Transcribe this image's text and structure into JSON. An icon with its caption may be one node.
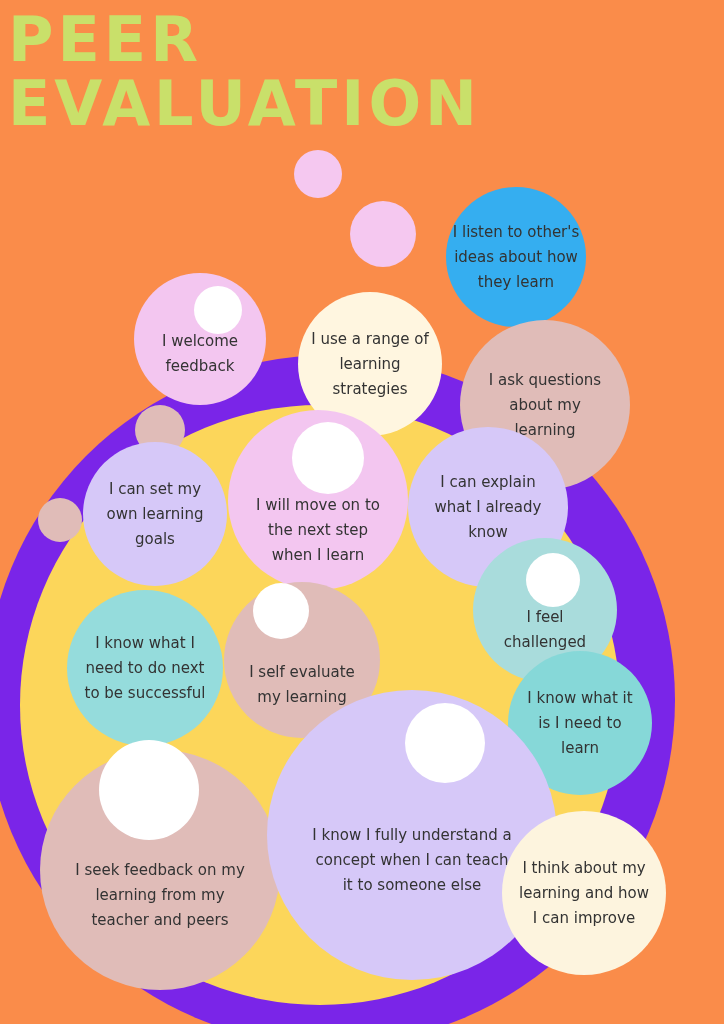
{
  "diagram": {
    "title": "PEER EVALUATION",
    "nodes": [
      {
        "text": [],
        "shape": "circle"
      },
      {
        "text": [],
        "shape": "circle"
      },
      {
        "text": [
          "I listen to other's ideas about how they learn"
        ]
      },
      {
        "text": [
          "I welcome feedback"
        ]
      },
      {
        "text": [
          "I use a range of learning strategies"
        ]
      },
      {
        "text": [
          "I ask questions about my learning"
        ]
      },
      {
        "text": [
          "I can set my own learning goals"
        ]
      },
      {
        "text": [
          "I will move on to the next step when I learn"
        ]
      },
      {
        "text": [
          "I can explain what I already know"
        ]
      },
      {
        "text": [
          "I feel challenged"
        ]
      },
      {
        "text": [
          "I know what I need to do next to be successful"
        ]
      },
      {
        "text": [
          "I self evaluate my learning"
        ]
      },
      {
        "text": [
          "I know what it is I need to learn"
        ]
      },
      {
        "text": [
          "I seek feedback on my learning from my teacher and peers"
        ]
      },
      {
        "text": [
          "I know I fully understand a concept when I can teach it to someone else"
        ]
      },
      {
        "text": [
          "I think about my learning and how I can improve"
        ]
      }
    ]
  }
}
